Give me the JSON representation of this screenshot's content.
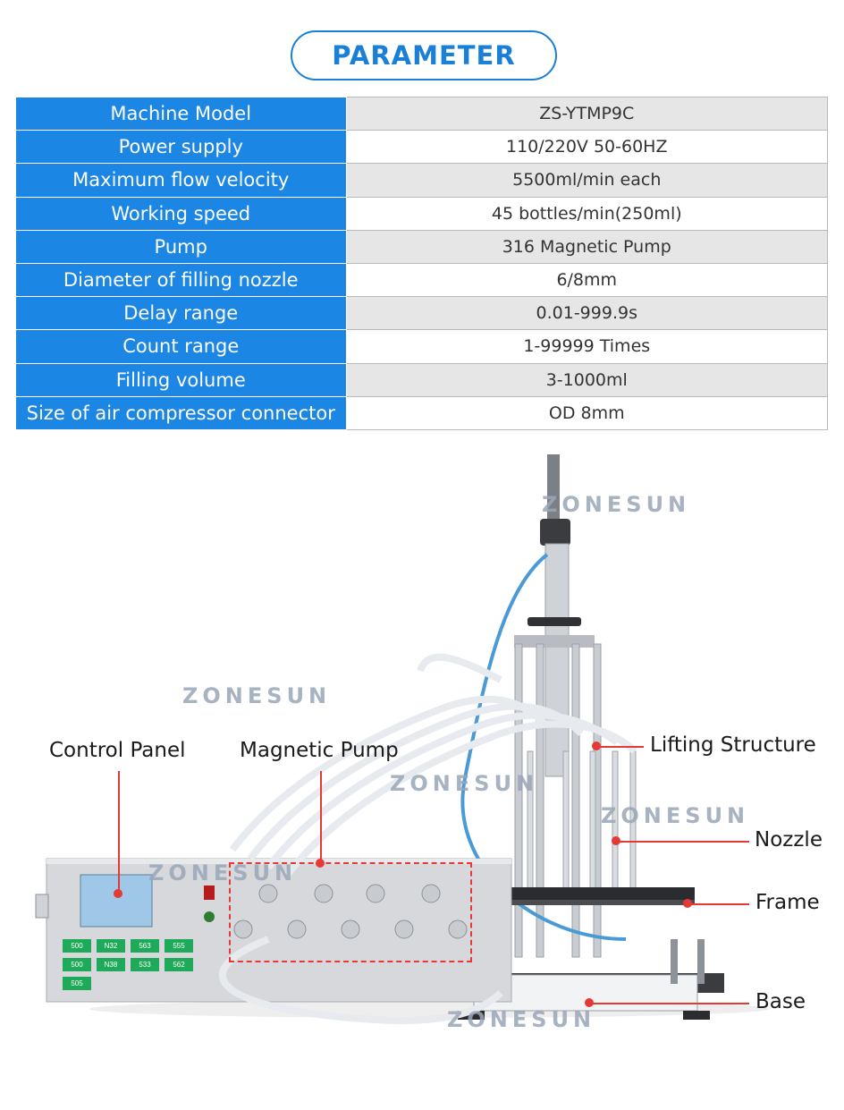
{
  "header": {
    "title": "PARAMETER"
  },
  "parameters": [
    {
      "label": "Machine Model",
      "value": "ZS-YTMP9C"
    },
    {
      "label": "Power supply",
      "value": "110/220V 50-60HZ"
    },
    {
      "label": "Maximum flow velocity",
      "value": "5500ml/min each"
    },
    {
      "label": "Working speed",
      "value": "45 bottles/min(250ml)"
    },
    {
      "label": "Pump",
      "value": "316 Magnetic Pump"
    },
    {
      "label": "Diameter of filling nozzle",
      "value": "6/8mm"
    },
    {
      "label": "Delay range",
      "value": "0.01-999.9s"
    },
    {
      "label": "Count range",
      "value": "1-99999 Times"
    },
    {
      "label": "Filling volume",
      "value": "3-1000ml"
    },
    {
      "label": "Size of air compressor connector",
      "value": "OD 8mm"
    }
  ],
  "photo": {
    "watermark": "ZONESUN",
    "callouts": {
      "control_panel": "Control Panel",
      "magnetic_pump": "Magnetic Pump",
      "lifting_structure": "Lifting Structure",
      "nozzle": "Nozzle",
      "frame": "Frame",
      "base": "Base"
    },
    "panel_displays": [
      "500",
      "N32",
      "563",
      "555",
      "500",
      "N38",
      "533",
      "562",
      "505"
    ]
  },
  "colors": {
    "accent": "#1b86e3",
    "callout": "#e53935"
  }
}
